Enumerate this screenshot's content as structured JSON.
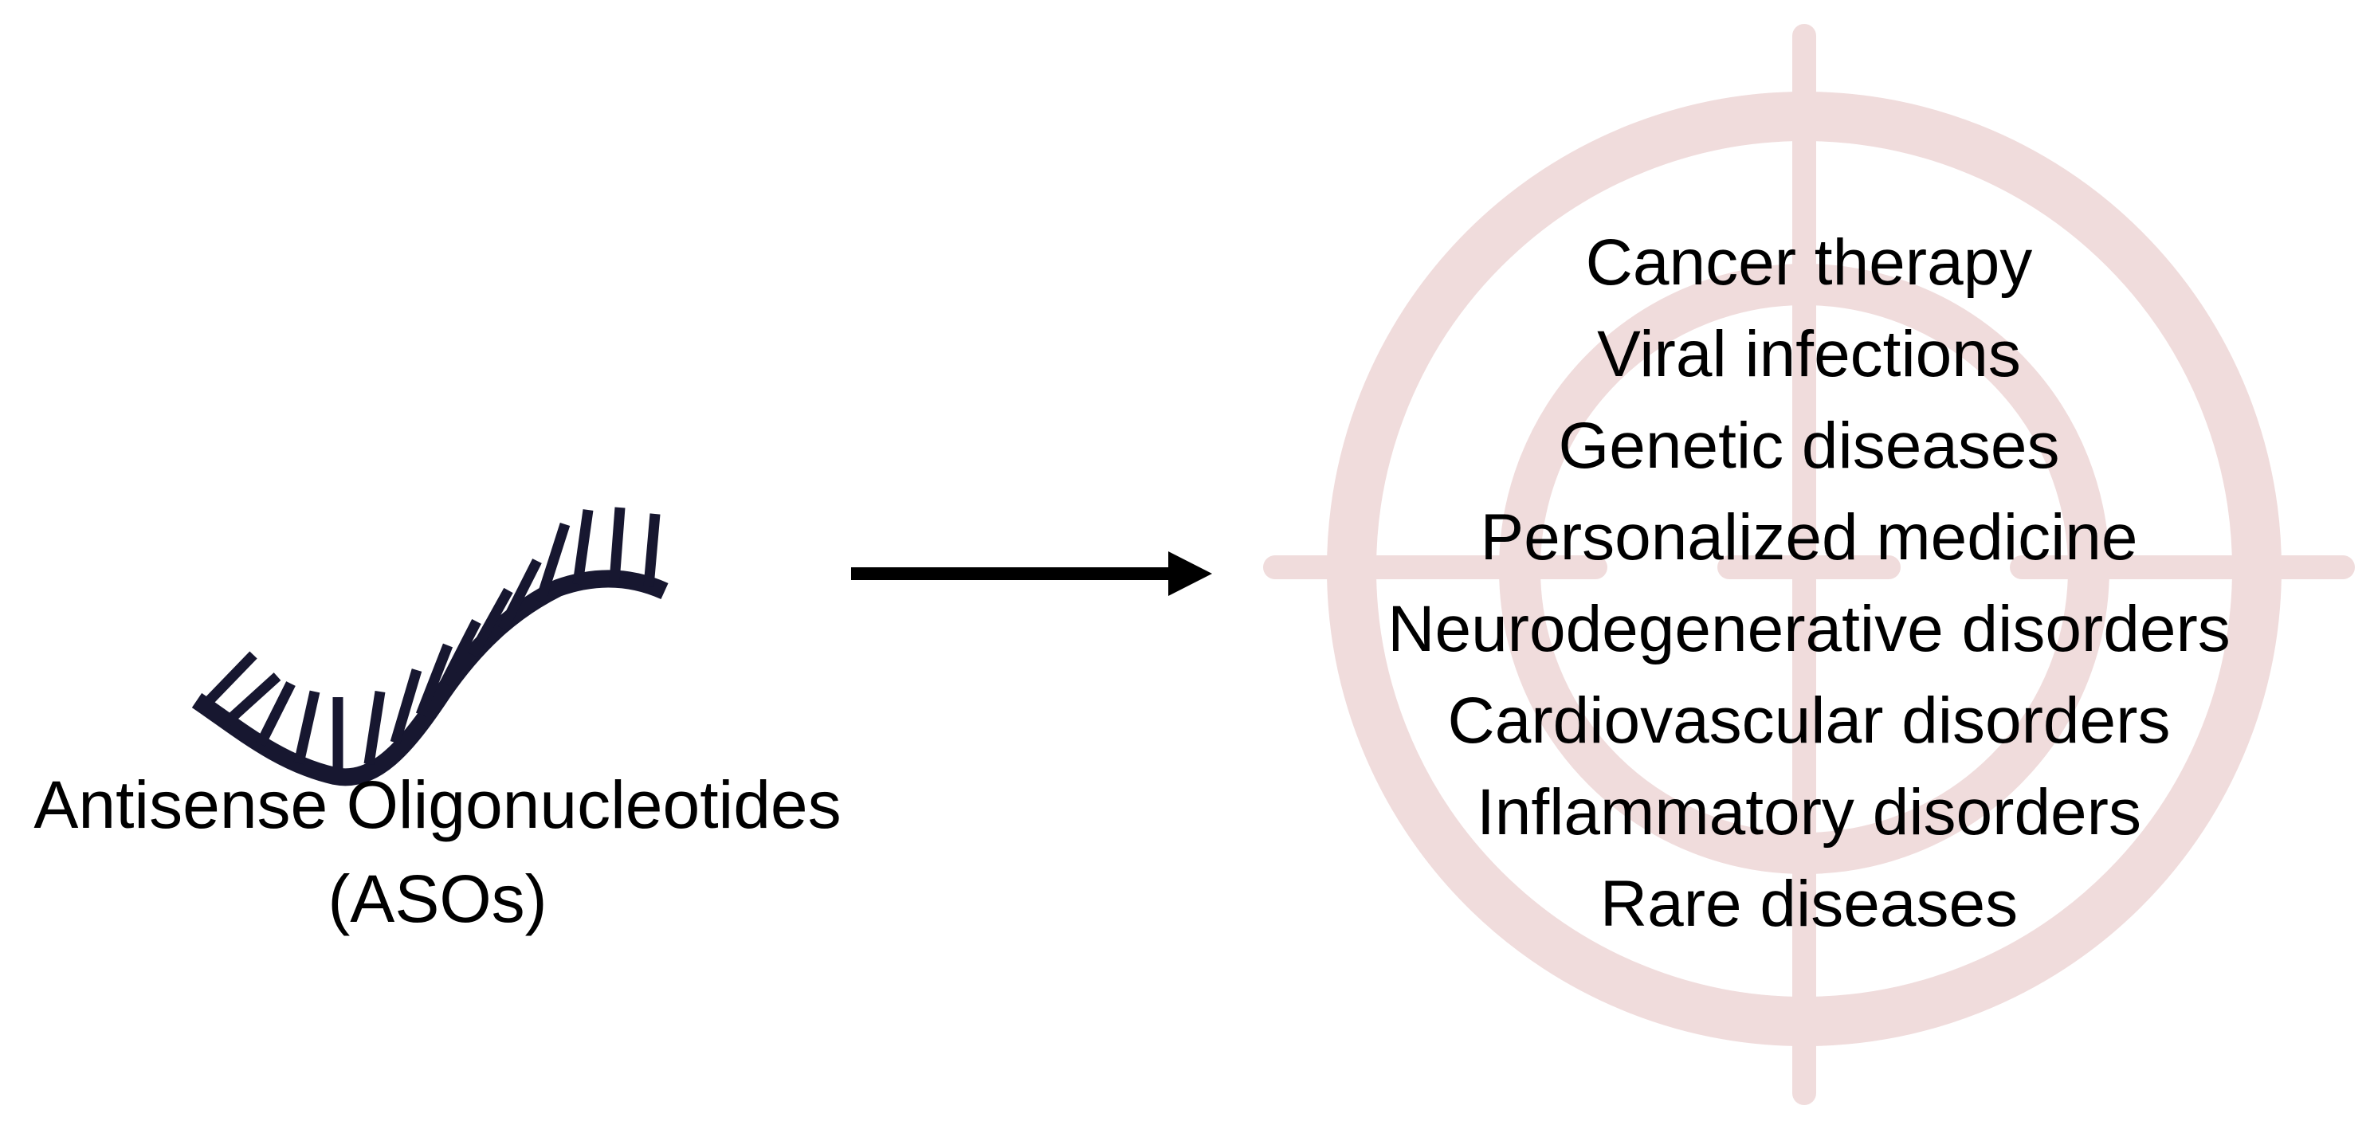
{
  "diagram": {
    "source": {
      "icon": "aso-molecule-icon",
      "label_line1": "Antisense Oligonucleotides",
      "label_line2": "(ASOs)"
    },
    "arrow": {
      "icon": "right-arrow-icon",
      "direction": "right"
    },
    "target": {
      "icon": "bullseye-crosshair-icon",
      "applications": [
        "Cancer therapy",
        "Viral infections",
        "Genetic diseases",
        "Personalized medicine",
        "Neurodegenerative disorders",
        "Cardiovascular disorders",
        "Inflammatory disorders",
        "Rare diseases"
      ]
    },
    "colors": {
      "background": "#ffffff",
      "text": "#000000",
      "molecule_ink": "#171730",
      "arrow_black": "#000000",
      "target_pink": "#f0dcdc"
    }
  }
}
